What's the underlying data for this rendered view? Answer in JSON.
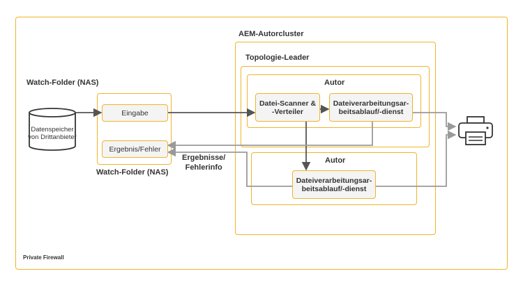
{
  "labels": {
    "aem_cluster": "AEM-Autorcluster",
    "topology_leader": "Topologie-Leader",
    "watch_folder_top": "Watch-Folder (NAS)",
    "watch_folder_bottom": "Watch-Folder (NAS)",
    "author_top": "Autor",
    "author_bottom": "Autor",
    "results_line1": "Ergebnisse/",
    "results_line2": "Fehlerinfo",
    "private_firewall": "Private Firewall"
  },
  "nodes": {
    "datastore_line1": "Datenspeicher",
    "datastore_line2": "von Drittanbieter",
    "input": "Eingabe",
    "result_error": "Ergebnis/Fehler",
    "scanner_line1": "Datei-Scanner &",
    "scanner_line2": "-Verteiler",
    "processing_top_line1": "Dateiverarbeitungsar-",
    "processing_top_line2": "beitsablauf/-dienst",
    "processing_bottom_line1": "Dateiverarbeitungsar-",
    "processing_bottom_line2": "beitsablauf/-dienst"
  },
  "icons": {
    "datastore": "database-cylinder-icon",
    "printer": "printer-icon"
  },
  "colors": {
    "border": "#F0B429",
    "line_dark": "#555555",
    "line_light": "#9a9a9a",
    "node_fill": "#f4f4f4"
  }
}
